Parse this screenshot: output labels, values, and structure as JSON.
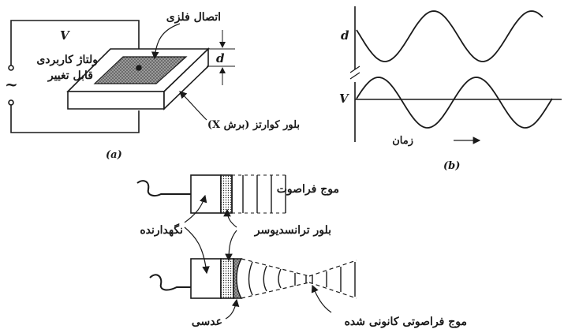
{
  "panel_a": {
    "label": "(a)",
    "voltage_symbol": "V",
    "applied_voltage_line1": "ولتاژ کاربردی",
    "applied_voltage_line2": "قابل تغییر",
    "ac_symbol": "~",
    "metal_contact": "اتصال فلزی",
    "thickness_symbol": "d",
    "quartz_crystal": "بلور کوارتز (برش X)"
  },
  "panel_b": {
    "label": "(b)",
    "d_symbol": "d",
    "v_symbol": "V",
    "time_label": "زمان"
  },
  "panel_c": {
    "ultrasonic_wave": "موج فراصوت",
    "holders": "نگهدارنده",
    "transducer_crystal": "بلور ترانسدیوسر",
    "lens": "عدسی",
    "focused_wave": "موج فراصوتی کانونی شده"
  },
  "colors": {
    "ink": "#1a1a1a",
    "contact_fill": "#8a8a8a",
    "background": "#ffffff"
  }
}
